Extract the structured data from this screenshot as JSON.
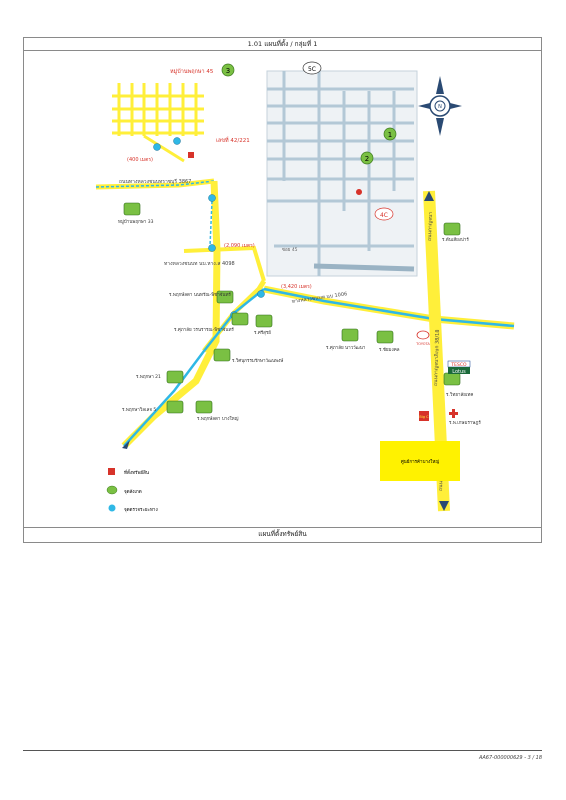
{
  "header": {
    "title": "1.01 แผนที่ตั้ง / กลุ่มที่ 1"
  },
  "footer": {
    "title": "แผนที่ตั้งทรัพย์สิน"
  },
  "page_id": "AA67-000000629 - 3 / 18",
  "map": {
    "road_labels": {
      "road_3867": "ถนนทางหลวงชนบทราชบุรี 3867",
      "road_4098": "ทางหลวงชนบท นบ.หาง.ส 4098",
      "road_1006": "ทางหลวงชนบท นบ 1006",
      "main_road_top": "ถนนกาญจนา",
      "main_road_mid": "ถนนกาญจนาภิเษก 38/18",
      "main_road_bottom": "ถนนกาญจนา",
      "khao_road": "ซอย 45"
    },
    "distances": {
      "d1": "(400 เมตร)",
      "d2": "(2,090 เมตร)",
      "d3": "(3,420 เมตร)"
    },
    "subject": {
      "label": "เลขที่ 42/221"
    },
    "markers": {
      "m1": "1",
      "m2": "2",
      "m3": "3",
      "m4": "4C",
      "m5": "5C"
    },
    "places": {
      "village_top": "หมู่บ้านพฤกษา 45",
      "village_mid": "หมู่บ้านพฤกษา 33",
      "school_1": "ร.พฤกษ์ลดา นนทรัณ-พิชาจันทร์",
      "school_2": "ร.ศุภาลัย วรนรารณ-พิชาจันทร์",
      "school_3": "ร.ศรีสุรย์",
      "school_4": "ร.ศุภาลัย นาววัฒนา",
      "school_5": "ร.ชัยมงคล",
      "school_6": "ร.วิศนุกรรมรักษาวัฒนพงษ์",
      "school_7": "ร.พฤกษา 21",
      "school_8": "ร.พฤกษาวิลเลจ 5",
      "school_9": "ร.พฤกษ์ลดา บางใหญ่",
      "temple_right": "ร.ต้นเสียงปาร์",
      "temple_right2": "ร.วิทยาลัยเทค",
      "hospital": "ร.พ.เกษมราษฎร์",
      "market": "ศูนย์การค้าบางใหญ่",
      "tesco": "TESCO",
      "lotus": "Lotus",
      "toyota": "TOYOTA",
      "bigc": "Big C"
    },
    "legend": {
      "item1": "ที่ตั้งทรัพย์สิน",
      "item2": "จุดสังเกต",
      "item3": "จุดตรวจระยะทาง"
    },
    "colors": {
      "road_yellow": "#ffef3a",
      "road_cyan": "#2fb8e6",
      "road_grey": "#b3c8d6",
      "green": "#7ac043",
      "red": "#d7332a",
      "market_yellow": "#fff200"
    }
  }
}
